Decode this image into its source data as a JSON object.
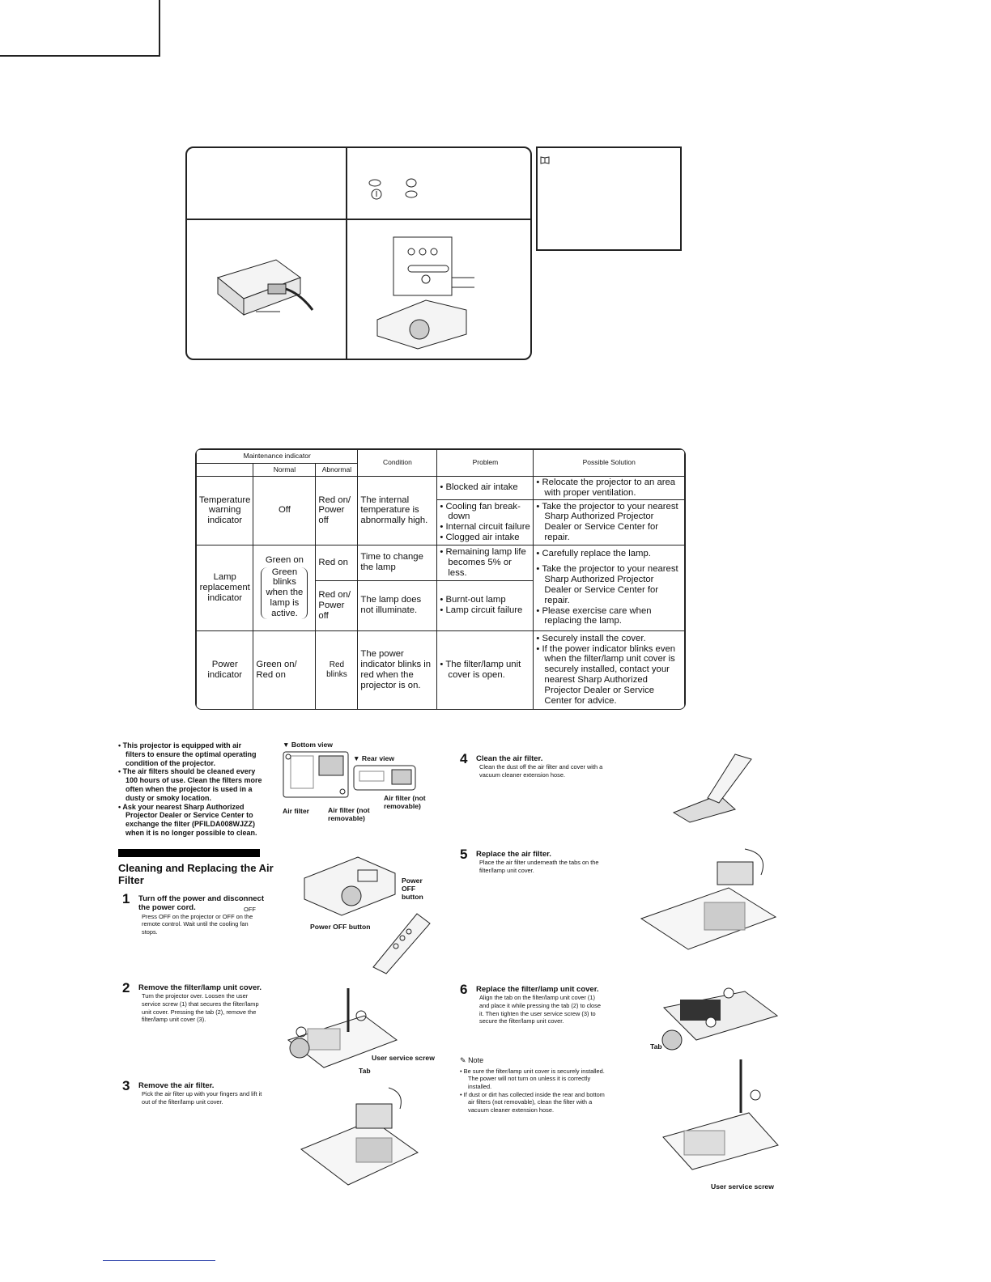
{
  "table": {
    "headers": {
      "maintenance": "Maintenance indicator",
      "normal": "Normal",
      "abnormal": "Abnormal",
      "condition": "Condition",
      "problem": "Problem",
      "solution": "Possible Solution"
    },
    "temperature": {
      "indicator": "Temperature warning indicator",
      "normal": "Off",
      "abnormal": "Red on/ Power off",
      "condition": "The internal temperature is abnormally high.",
      "problem1": "Blocked air intake",
      "problem2a": "Cooling fan break-down",
      "problem2b": "Internal circuit failure",
      "problem2c": "Clogged air intake",
      "solution1": "Relocate the projector to an area with proper ventilation.",
      "solution2": "Take the projector to your nearest Sharp Authorized Projector Dealer or Service Center for repair."
    },
    "lamp": {
      "indicator": "Lamp replacement indicator",
      "normal1": "Green on",
      "normal2": "Green blinks when the lamp is active.",
      "abnormal1": "Red on",
      "abnormal2": "Red on/ Power off",
      "condition1": "Time to change the lamp",
      "condition2": "The lamp does not illuminate.",
      "problem1": "Remaining lamp life becomes 5% or less.",
      "problem2a": "Burnt-out lamp",
      "problem2b": "Lamp circuit failure",
      "solution1": "Carefully replace the lamp.",
      "solution2": "Take the projector to your nearest Sharp Authorized Projector Dealer or Service Center for repair.",
      "solution3": "Please exercise care when replacing the lamp."
    },
    "power": {
      "indicator": "Power indicator",
      "normal": "Green on/ Red on",
      "abnormal": "Red blinks",
      "condition": "The power indicator blinks in red when the projector is on.",
      "problem": "The filter/lamp unit cover is open.",
      "solution1": "Securely install the cover.",
      "solution2": "If the power indicator blinks even when the filter/lamp unit cover is securely installed, contact your nearest Sharp Authorized Projector Dealer or Service Center for advice."
    }
  },
  "intro_bullets": [
    "This projector is equipped with air filters to ensure the optimal operating condition of the projector.",
    "The air filters should be cleaned every 100 hours of use. Clean the filters more often when the projector is used in a dusty or smoky location.",
    "Ask your nearest Sharp Authorized Projector Dealer or Service Center to exchange the filter (PFILDA008WJZZ) when it is no longer possible to clean."
  ],
  "section_title": "Cleaning and Replacing the Air Filter",
  "steps": [
    {
      "num": "1",
      "head": "Turn off the power and disconnect the power cord.",
      "body": "Press OFF on the projector or OFF on the remote control. Wait until the cooling fan stops."
    },
    {
      "num": "2",
      "head": "Remove the filter/lamp unit cover.",
      "body": "Turn the projector over. Loosen the user service screw (1) that secures the filter/lamp unit cover. Pressing the tab (2), remove the filter/lamp unit cover (3)."
    },
    {
      "num": "3",
      "head": "Remove the air filter.",
      "body": "Pick the air filter up with your fingers and lift it out of the filter/lamp unit cover."
    },
    {
      "num": "4",
      "head": "Clean the air filter.",
      "body": "Clean the dust off the air filter and cover with a vacuum cleaner extension hose."
    },
    {
      "num": "5",
      "head": "Replace the air filter.",
      "body": "Place the air filter underneath the tabs on the filter/lamp unit cover."
    },
    {
      "num": "6",
      "head": "Replace the filter/lamp unit cover.",
      "body": "Align the tab on the filter/lamp unit cover (1) and place it while pressing the tab (2) to close it. Then tighten the user service screw (3) to secure the filter/lamp unit cover."
    }
  ],
  "note": {
    "title": "Note",
    "items": [
      "Be sure the filter/lamp unit cover is securely installed. The power will not turn on unless it is correctly installed.",
      "If dust or dirt has collected inside the rear and bottom air filters (not removable), clean the filter with a vacuum cleaner extension hose."
    ]
  },
  "labels": {
    "bottom_view": "▼ Bottom view",
    "rear_view": "▼ Rear view",
    "air_filter": "Air filter",
    "air_filter_nr1": "Air filter (not removable)",
    "air_filter_nr2": "Air filter (not removable)",
    "power_off_button_proj": "Power OFF button",
    "power_off_button_remote": "Power OFF button",
    "off_small": "OFF",
    "user_service_screw": "User service screw",
    "user_service_screw2": "User service screw",
    "tab": "Tab",
    "tab2": "Tab"
  }
}
